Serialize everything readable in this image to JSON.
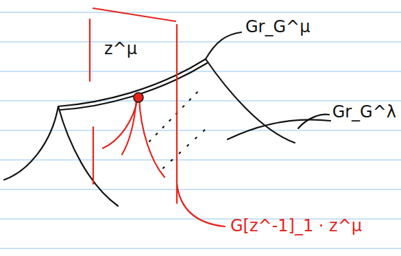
{
  "diagram": {
    "labels": [
      "z^μ",
      "Gr_G^μ",
      "Gr_G^λ",
      "G[z^-1]_1 · z^μ"
    ]
  }
}
